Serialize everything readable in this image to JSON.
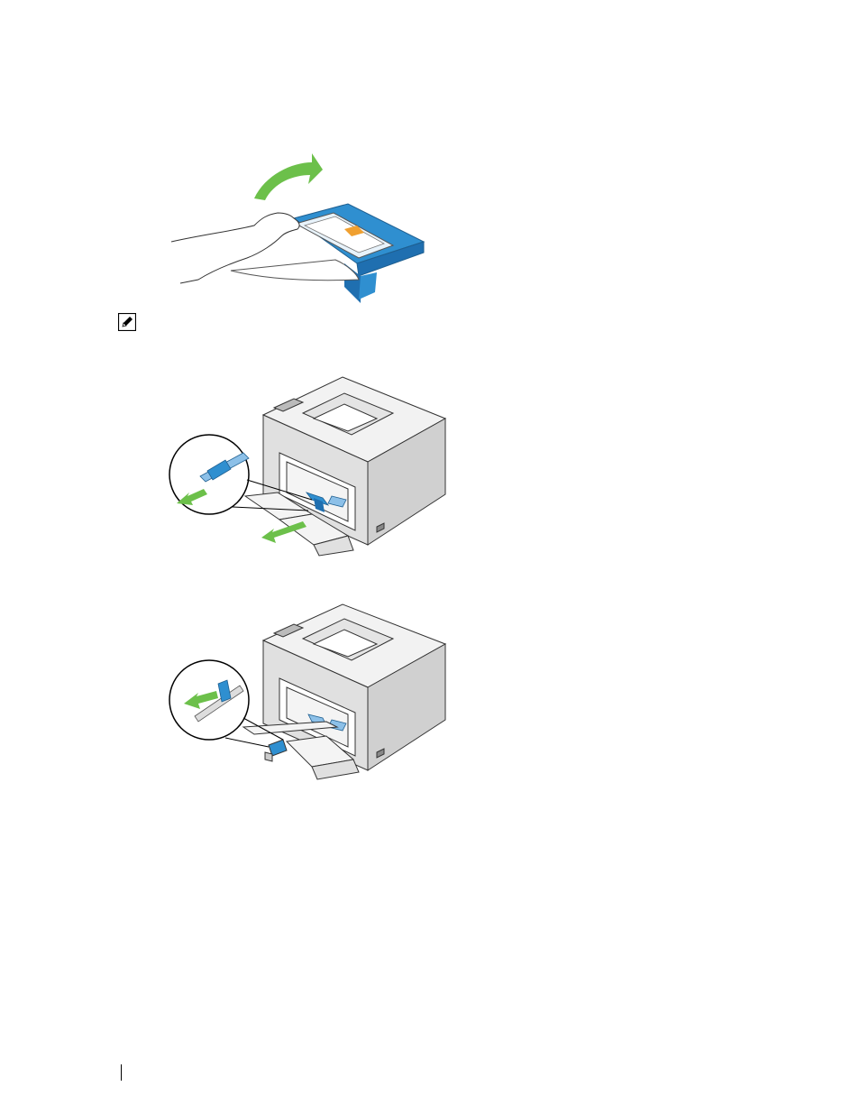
{
  "page": {
    "background": "#ffffff",
    "accent_blue": "#2f8fd0",
    "accent_green": "#6cc04a",
    "accent_orange": "#f0a030"
  },
  "figures": [
    {
      "id": "remove-cover",
      "icon": "paper-tray-cover-removal"
    },
    {
      "id": "extend-tray-1",
      "icon": "printer-tray-extension"
    },
    {
      "id": "extend-tray-2",
      "icon": "printer-tray-extension"
    }
  ],
  "note": {
    "icon": "pencil-note-icon"
  }
}
